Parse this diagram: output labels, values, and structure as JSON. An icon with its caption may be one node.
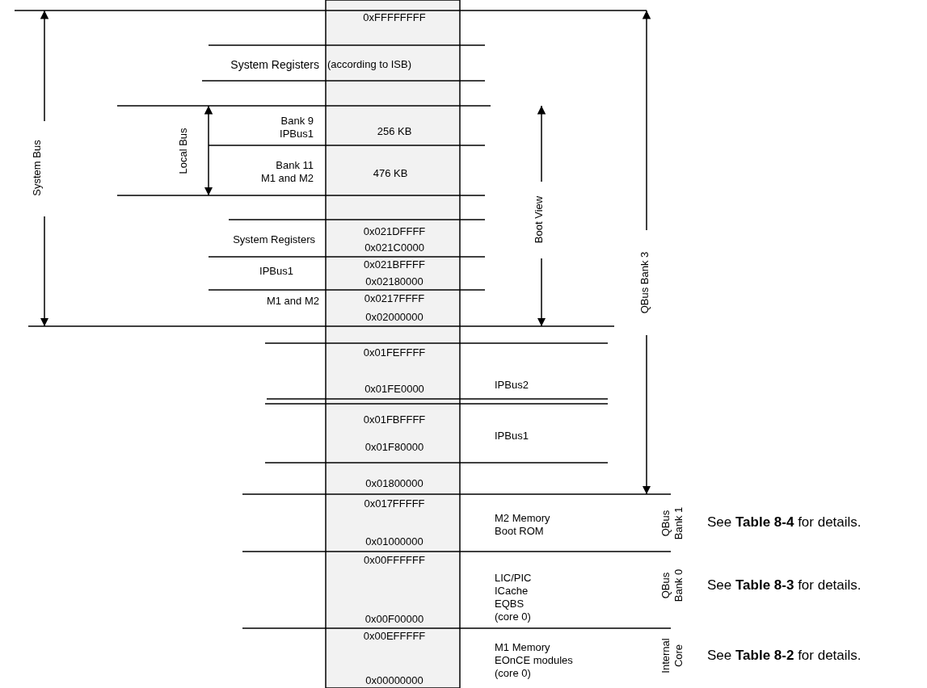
{
  "diagram": {
    "labels": [
      "0xFFFFFFFF",
      "System Registers",
      "(according to ISB)",
      "System Bus",
      "Local Bus",
      "Bank 9 IPBus1",
      "256 KB",
      "Boot View",
      "QBus Bank 3",
      "Bank 11 M1 and M2",
      "476 KB",
      "0x021DFFFF",
      "System Registers",
      "0x021C0000",
      "IPBus1",
      "0x021BFFFF",
      "0x02180000",
      "M1 and M2",
      "0x0217FFFF",
      "0x02000000",
      "0x01FEFFFF",
      "IPBus2",
      "0x01FE0000",
      "0x01FBFFFF",
      "IPBus1",
      "0x01F80000",
      "0x01800000",
      "0x017FFFFF",
      "M2 Memory Boot ROM",
      "QBus Bank 1",
      "See **Table 8-4** for details.",
      "0x01000000",
      "0x00FFFFFF",
      "LIC/PIC ICache EQBS (core 0)",
      "QBus Bank 0",
      "See **Table 8-3** for details.",
      "0x00F00000",
      "0x00EFFFFF",
      "M1 Memory EOnCE modules (core 0)",
      "Internal Core",
      "See **Table 8-2** for details.",
      "0x00000000"
    ]
  }
}
